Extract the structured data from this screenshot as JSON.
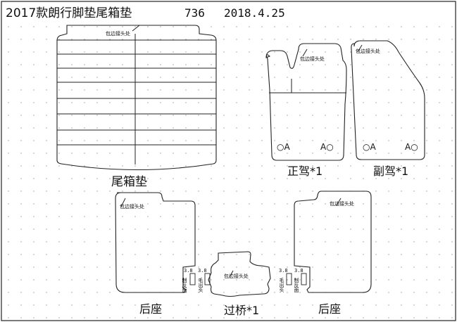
{
  "header": {
    "title": "2017款朗行脚垫尾箱垫",
    "code": "736",
    "date": "2018.4.25"
  },
  "pieces": {
    "trunk_label": "尾箱垫",
    "driver_label": "正驾*1",
    "passenger_label": "副驾*1",
    "rear_left_label": "后座",
    "rear_right_label": "后座",
    "bridge_label": "过桥*1"
  },
  "annotations": {
    "edge_joint": "包边接头处",
    "pedal_mark_left": "○A",
    "pedal_mark_right": "A○",
    "strip_size": "3.8",
    "strip_note_a": "制反面",
    "strip_note_b": "毛出头"
  }
}
